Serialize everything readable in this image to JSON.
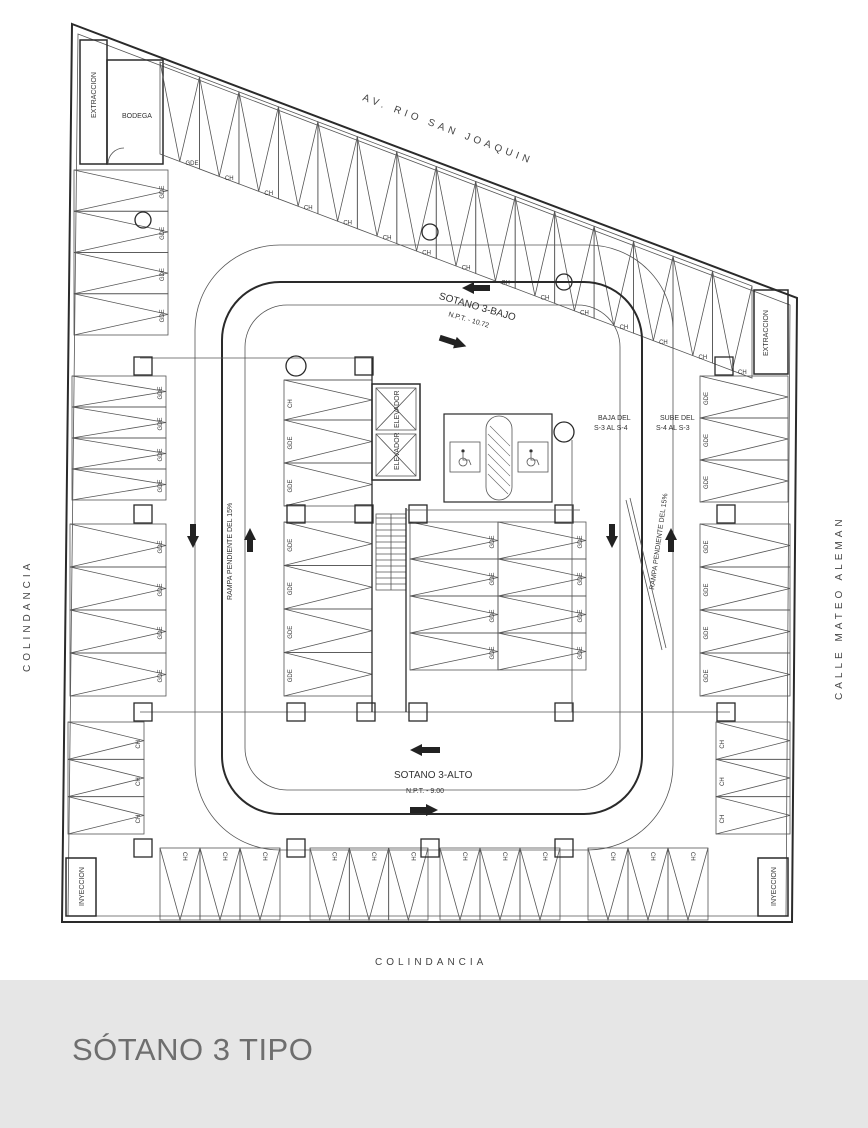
{
  "streets": {
    "north": "AV. RIO SAN JOAQUIN",
    "east": "CALLE MATEO ALEMAN",
    "west": "COLINDANCIA",
    "south": "COLINDANCIA"
  },
  "rooms": {
    "extraccion": "EXTRACCION",
    "bodega": "BODEGA",
    "inyeccion": "INYECCION",
    "elevador": "ELEVADOR"
  },
  "levels": {
    "low": {
      "name": "SOTANO 3-BAJO",
      "npt": "N.P.T. - 10.72"
    },
    "high": {
      "name": "SOTANO 3-ALTO",
      "npt": "N.P.T. - 9.00"
    }
  },
  "ramp_notes": {
    "baja": [
      "BAJA DEL",
      "S-3 AL S-4"
    ],
    "sube": [
      "SUBE DEL",
      "S-4 AL S-3"
    ],
    "rampa": "RAMPA PENDIENTE DEL 15%"
  },
  "spot_labels": {
    "gde": "GDE",
    "ch": "CH"
  },
  "caption": "SÓTANO 3 TIPO",
  "colors": {
    "caption_bg": "#e6e6e6",
    "caption_text": "#6e6e6e",
    "line": "#2a2a2a"
  }
}
